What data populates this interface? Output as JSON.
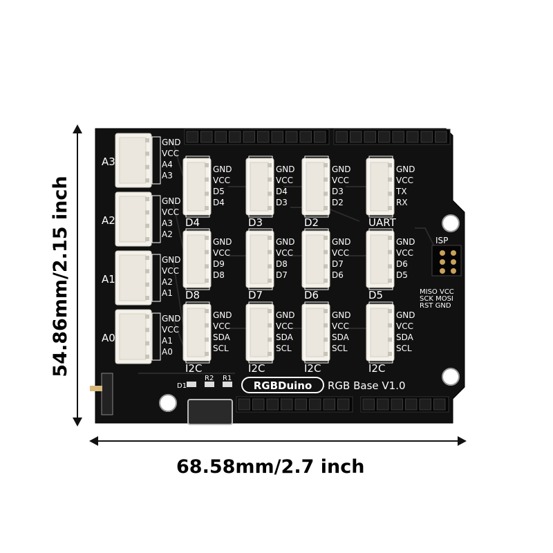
{
  "dimensions": {
    "width_label": "68.58mm/2.7 inch",
    "height_label": "54.86mm/2.15 inch"
  },
  "board": {
    "brand_label": "RGBDuino",
    "model_label": "RGB Base V1.0",
    "color": "#111111",
    "silk_color": "#ffffff",
    "left_ports": [
      {
        "name": "A3",
        "pins": [
          "GND",
          "VCC",
          "A4",
          "A3"
        ]
      },
      {
        "name": "A2",
        "pins": [
          "GND",
          "VCC",
          "A3",
          "A2"
        ]
      },
      {
        "name": "A1",
        "pins": [
          "GND",
          "VCC",
          "A2",
          "A1"
        ]
      },
      {
        "name": "A0",
        "pins": [
          "GND",
          "VCC",
          "A1",
          "A0"
        ]
      }
    ],
    "grid_ports": [
      [
        {
          "name": "D4",
          "pins": [
            "GND",
            "VCC",
            "D5",
            "D4"
          ]
        },
        {
          "name": "D3",
          "pins": [
            "GND",
            "VCC",
            "D4",
            "D3"
          ]
        },
        {
          "name": "D2",
          "pins": [
            "GND",
            "VCC",
            "D3",
            "D2"
          ]
        },
        {
          "name": "UART",
          "pins": [
            "GND",
            "VCC",
            "TX",
            "RX"
          ]
        }
      ],
      [
        {
          "name": "D8",
          "pins": [
            "GND",
            "VCC",
            "D9",
            "D8"
          ]
        },
        {
          "name": "D7",
          "pins": [
            "GND",
            "VCC",
            "D8",
            "D7"
          ]
        },
        {
          "name": "D6",
          "pins": [
            "GND",
            "VCC",
            "D7",
            "D6"
          ]
        },
        {
          "name": "D5",
          "pins": [
            "GND",
            "VCC",
            "D6",
            "D5"
          ]
        }
      ],
      [
        {
          "name": "I2C",
          "pins": [
            "GND",
            "VCC",
            "SDA",
            "SCL"
          ]
        },
        {
          "name": "I2C",
          "pins": [
            "GND",
            "VCC",
            "SDA",
            "SCL"
          ]
        },
        {
          "name": "I2C",
          "pins": [
            "GND",
            "VCC",
            "SDA",
            "SCL"
          ]
        },
        {
          "name": "I2C",
          "pins": [
            "GND",
            "VCC",
            "SDA",
            "SCL"
          ]
        }
      ]
    ],
    "isp": {
      "title": "ISP",
      "labels": [
        "MISO VCC",
        "SCK MOSI",
        "RST GND"
      ]
    },
    "components": [
      "D1",
      "R2",
      "R1"
    ]
  }
}
